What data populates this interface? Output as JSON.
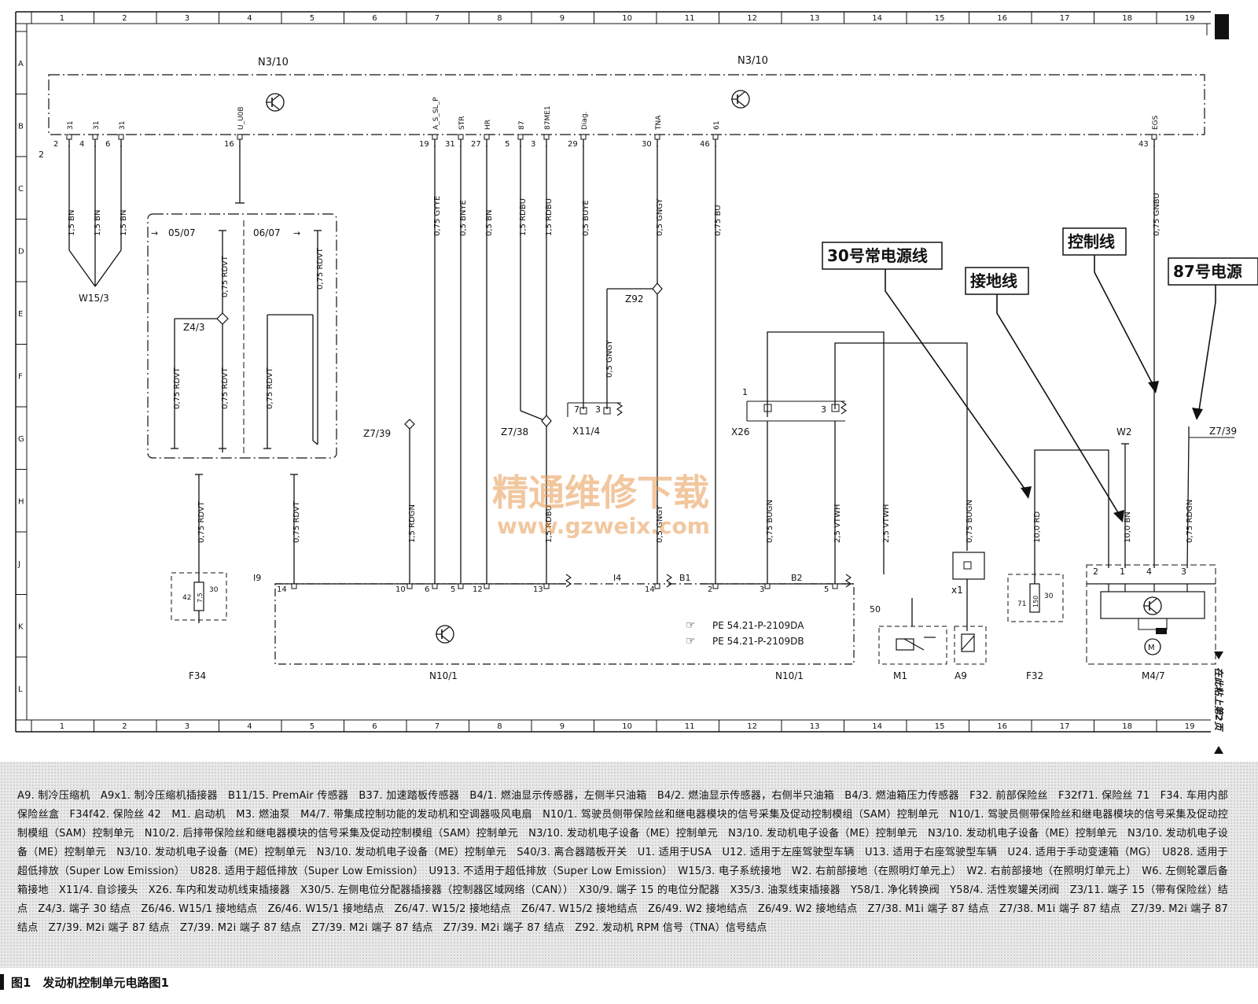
{
  "grid": {
    "columns": [
      "1",
      "2",
      "3",
      "4",
      "5",
      "6",
      "7",
      "8",
      "9",
      "10",
      "11",
      "12",
      "13",
      "14",
      "15",
      "16",
      "17",
      "18",
      "19"
    ],
    "rows": [
      "A",
      "B",
      "C",
      "D",
      "E",
      "F",
      "G",
      "H",
      "J",
      "K",
      "L"
    ]
  },
  "ecu": {
    "label_left": "N3/10",
    "label_right": "N3/10",
    "connector_number": "2"
  },
  "pins": [
    {
      "pin": "2",
      "sig": "31",
      "wire": "1,5 BN"
    },
    {
      "pin": "4",
      "sig": "31",
      "wire": "1,5 BN"
    },
    {
      "pin": "6",
      "sig": "31",
      "wire": "1,5 BN"
    },
    {
      "pin": "16",
      "sig": "U_U0B",
      "wire": ""
    },
    {
      "pin": "19",
      "sig": "A_S_SL_P",
      "wire": "0,75 GYYE"
    },
    {
      "pin": "31",
      "sig": "STR",
      "wire": "0,5 BNYE"
    },
    {
      "pin": "27",
      "sig": "HR",
      "wire": "0,5 BN"
    },
    {
      "pin": "5",
      "sig": "87",
      "wire": "1,5 RDBU"
    },
    {
      "pin": "3",
      "sig": "87ME1",
      "wire": "1,5 RDBU"
    },
    {
      "pin": "29",
      "sig": "Diag.",
      "wire": "0,5 BUYE"
    },
    {
      "pin": "30",
      "sig": "TNA",
      "wire": "0,5 GNGY"
    },
    {
      "pin": "46",
      "sig": "61",
      "wire": "0,75 BU"
    },
    {
      "pin": "43",
      "sig": "EGS",
      "wire": "0,75 GNBU"
    }
  ],
  "ground_point": "W15/3",
  "box_0507": {
    "title": "05/07",
    "arrow": "→",
    "wire_a": "0,75 RDVT",
    "node": "Z4/3",
    "wire_b": "0,75 RDVT",
    "wire_c": "0,75 RDVT"
  },
  "box_0607": {
    "title": "06/07",
    "arrow": "→",
    "wire_a": "0,75 RDVT",
    "wire_b": "0,75 RDVT"
  },
  "wires_lower": {
    "f34_wire": "0,75 RDVT",
    "n10_wire": "0,75 RDVT",
    "z739_wire": "1,5 RDGN",
    "rdbu_low": "1,5 RDBU",
    "gngy_mid": "0,5 GNGY",
    "gngy_low": "0,5 GNGY",
    "bugn_a": "0,75 BUGN",
    "vtwh_a": "2,5 VTWH",
    "vtwh_b": "2,5 VTWH",
    "bugn_b": "0,75 BUGN",
    "rd_10": "10,0 RD",
    "bn_10": "10,0 BN",
    "rdgn": "0,75 RDGN"
  },
  "nodes": {
    "z92": "Z92",
    "z739_left": "Z7/39",
    "z738": "Z7/38",
    "x114": "X11/4",
    "x26": "X26",
    "w2": "W2",
    "z739_right": "Z7/39"
  },
  "x114_pins": [
    "7",
    "3"
  ],
  "x26_pins": [
    "1",
    "3"
  ],
  "callouts": {
    "power30": "30号常电源线",
    "ground": "接地线",
    "control": "控制线",
    "power87": "87号电源"
  },
  "watermark": {
    "line1": "精通维修下载",
    "line2": "www.gzweix.com"
  },
  "fuse_f34": {
    "label": "F34",
    "pin_left": "42",
    "pin_right": "30",
    "rating": "7.5"
  },
  "fuse_f32": {
    "label": "F32",
    "pin_left": "71",
    "pin_right": "30",
    "rating": "150"
  },
  "n10": {
    "label_left": "N10/1",
    "label_right": "N10/1",
    "connector_i9": "I9",
    "i9_pins": [
      "14",
      "10",
      "6",
      "5",
      "12",
      "13"
    ],
    "connector_i4": "I4",
    "b1_label": "B1",
    "b1_pin": "14",
    "b2_label": "B2",
    "b2_pins": [
      "2",
      "3"
    ],
    "extra_pin": "5",
    "ref1": "PE 54.21-P-2109DA",
    "ref2": "PE 54.21-P-2109DB"
  },
  "m1": {
    "label": "M1",
    "pin": "50"
  },
  "a9": {
    "label": "A9",
    "connector": "x1"
  },
  "m47": {
    "label": "M4/7",
    "pins": [
      "2",
      "1",
      "4",
      "3"
    ]
  },
  "side_note": "在此粘上第2页",
  "legend": "A9. 制冷压缩机　A9x1. 制冷压缩机插接器　B11/15. PremAir 传感器　B37. 加速踏板传感器　B4/1. 燃油显示传感器，左侧半只油箱　B4/2. 燃油显示传感器，右侧半只油箱　B4/3. 燃油箱压力传感器　F32. 前部保险丝　F32f71. 保险丝 71　F34. 车用内部保险丝盒　F34f42. 保险丝 42　M1. 启动机　M3. 燃油泵　M4/7. 带集成控制功能的发动机和空调器吸风电扇　N10/1. 驾驶员侧带保险丝和继电器模块的信号采集及促动控制模组（SAM）控制单元　N10/1. 驾驶员侧带保险丝和继电器模块的信号采集及促动控制模组（SAM）控制单元　N10/2. 后排带保险丝和继电器模块的信号采集及促动控制模组（SAM）控制单元　N3/10. 发动机电子设备（ME）控制单元　N3/10. 发动机电子设备（ME）控制单元　N3/10. 发动机电子设备（ME）控制单元　N3/10. 发动机电子设备（ME）控制单元　N3/10. 发动机电子设备（ME）控制单元　N3/10. 发动机电子设备（ME）控制单元　S40/3. 离合器踏板开关　U1. 适用于USA　U12. 适用于左座驾驶型车辆　U13. 适用于右座驾驶型车辆　U24. 适用于手动变速箱（MG）　U828. 适用于超低排放（Super Low Emission）　U828. 适用于超低排放（Super Low Emission）　U913. 不适用于超低排放（Super Low Emission）　W15/3. 电子系统接地　W2. 右前部接地（在照明灯单元上）　W2. 右前部接地（在照明灯单元上）　W6. 左侧轮罩后备箱接地　X11/4. 自诊接头　X26. 车内和发动机线束插接器　X30/5. 左侧电位分配器插接器（控制器区域网络（CAN））　X30/9. 端子 15 的电位分配器　X35/3. 油泵线束插接器　Y58/1. 净化转换阀　Y58/4. 活性炭罐关闭阀　Z3/11. 端子 15（带有保险丝）结点　Z4/3. 端子 30 结点　Z6/46. W15/1 接地结点　Z6/46. W15/1 接地结点　Z6/47. W15/2 接地结点　Z6/47. W15/2 接地结点　Z6/49. W2 接地结点　Z6/49. W2 接地结点　Z7/38. M1i 端子 87 结点　Z7/38. M1i 端子 87 结点　Z7/39. M2i 端子 87 结点　Z7/39. M2i 端子 87 结点　Z7/39. M2i 端子 87 结点　Z7/39. M2i 端子 87 结点　Z7/39. M2i 端子 87 结点　Z92. 发动机 RPM 信号（TNA）信号结点",
  "caption": "图1　发动机控制单元电路图1"
}
